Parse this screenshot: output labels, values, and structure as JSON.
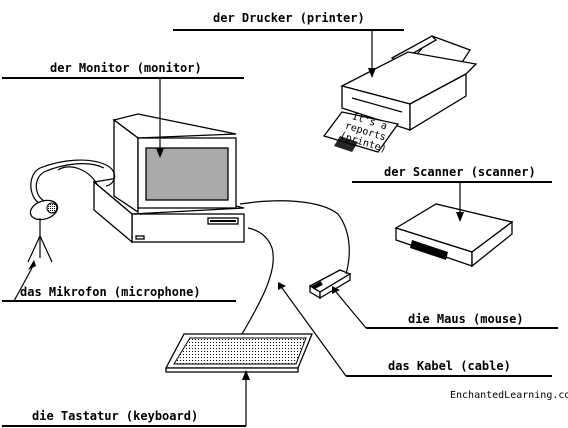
{
  "labels": {
    "printer": "der Drucker (printer)",
    "monitor": "der Monitor (monitor)",
    "scanner": "der Scanner (scanner)",
    "microphone": "das Mikrofon (microphone)",
    "mouse": "die Maus (mouse)",
    "cable": "das Kabel (cable)",
    "keyboard": "die Tastatur (keyboard)"
  },
  "paper_text": [
    "It's a",
    "reports",
    "(printe)"
  ],
  "credit": "EnchantedLearning.com"
}
